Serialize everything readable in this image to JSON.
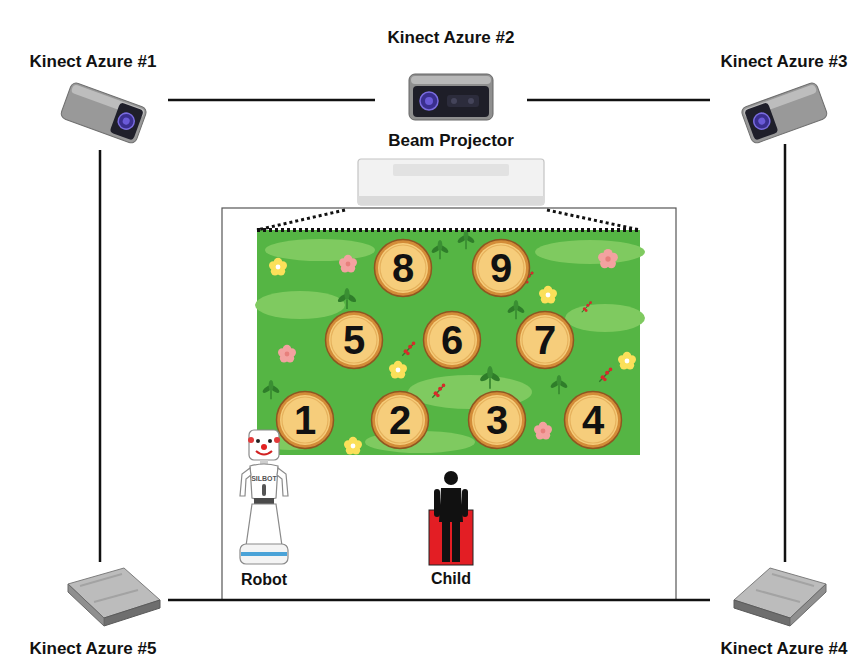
{
  "diagram": {
    "nodes": [
      {
        "text": [
          "Kinect Azure #1"
        ]
      },
      {
        "text": [
          "Kinect Azure #2"
        ]
      },
      {
        "text": [
          "Kinect Azure #3"
        ]
      },
      {
        "text": [
          "Beam Projector"
        ]
      },
      {
        "text": [
          "8"
        ]
      },
      {
        "text": [
          "9"
        ]
      },
      {
        "text": [
          "5"
        ]
      },
      {
        "text": [
          "6"
        ]
      },
      {
        "text": [
          "7"
        ]
      },
      {
        "text": [
          "1"
        ]
      },
      {
        "text": [
          "2"
        ]
      },
      {
        "text": [
          "3"
        ]
      },
      {
        "text": [
          "4"
        ]
      },
      {
        "text": [
          "Robot"
        ]
      },
      {
        "text": [
          "Child"
        ]
      },
      {
        "text": [
          "Kinect Azure #5"
        ]
      },
      {
        "text": [
          "Kinect Azure #4"
        ]
      }
    ],
    "edges": [
      {
        "from": 0,
        "to": 1,
        "arrow": "none"
      },
      {
        "from": 1,
        "to": 2,
        "arrow": "none"
      },
      {
        "from": 2,
        "to": 16,
        "arrow": "none"
      },
      {
        "from": 16,
        "to": 15,
        "arrow": "none"
      },
      {
        "from": 15,
        "to": 0,
        "arrow": "none"
      }
    ],
    "labels": [
      "SILBOT"
    ]
  }
}
